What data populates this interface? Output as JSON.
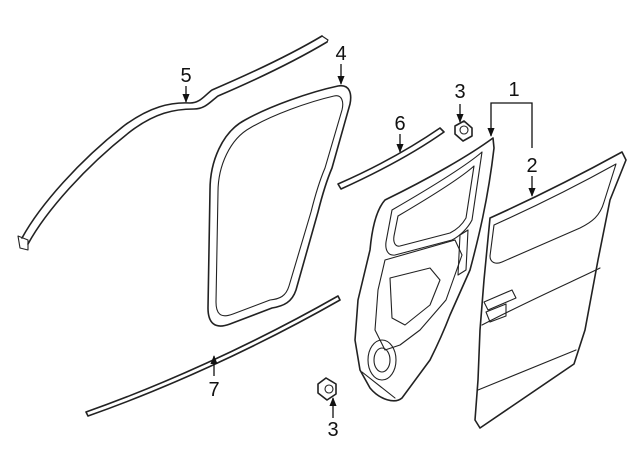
{
  "callouts": {
    "c1": "1",
    "c2": "2",
    "c3_top": "3",
    "c3_bottom": "3",
    "c4": "4",
    "c5": "5",
    "c6": "6",
    "c7": "7"
  },
  "colors": {
    "line": "#222222",
    "background": "#ffffff"
  }
}
